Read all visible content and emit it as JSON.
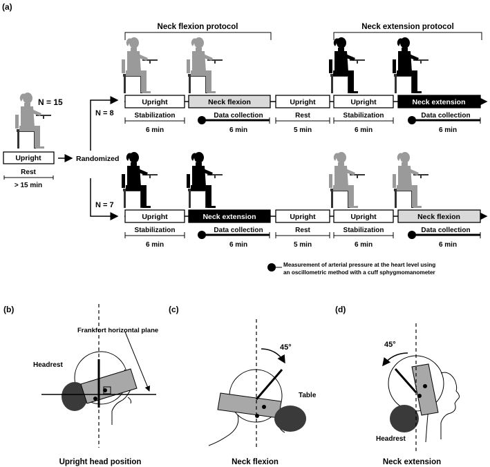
{
  "panels": {
    "a": "(a)",
    "b": "(b)",
    "c": "(c)",
    "d": "(d)"
  },
  "protocols": {
    "flexion": "Neck flexion protocol",
    "extension": "Neck extension protocol"
  },
  "start": {
    "n_total": "N = 15",
    "box": "Upright",
    "phase": "Rest",
    "duration": "> 15 min",
    "randomized": "Randomized"
  },
  "row1": {
    "n": "N = 8",
    "boxes": [
      "Upright",
      "Neck flexion",
      "Upright",
      "Upright",
      "Neck extension"
    ],
    "phases": [
      "Stabilization",
      "Data collection",
      "Rest",
      "Stabilization",
      "Data collection"
    ],
    "durations": [
      "6 min",
      "6 min",
      "5 min",
      "6 min",
      "6 min"
    ]
  },
  "row2": {
    "n": "N = 7",
    "boxes": [
      "Upright",
      "Neck extension",
      "Upright",
      "Upright",
      "Neck flexion"
    ],
    "phases": [
      "Stabilization",
      "Data collection",
      "Rest",
      "Stabilization",
      "Data collection"
    ],
    "durations": [
      "6 min",
      "6 min",
      "5 min",
      "6 min",
      "6 min"
    ]
  },
  "legend": {
    "line1": "Measurement of arterial pressure at the heart level using",
    "line2": "an oscillometric method with a cuff sphygmomanometer"
  },
  "panel_b": {
    "frankfort": "Frankfort horizontal plane",
    "headrest": "Headrest",
    "caption": "Upright head position"
  },
  "panel_c": {
    "angle": "45°",
    "table": "Table",
    "caption": "Neck flexion"
  },
  "panel_d": {
    "angle": "45°",
    "headrest": "Headrest",
    "caption": "Neck extension"
  },
  "colors": {
    "gray_figure": "#9a9a9a",
    "black_figure": "#000000",
    "flexion_box": "#d9d9d9",
    "extension_box": "#000000"
  }
}
